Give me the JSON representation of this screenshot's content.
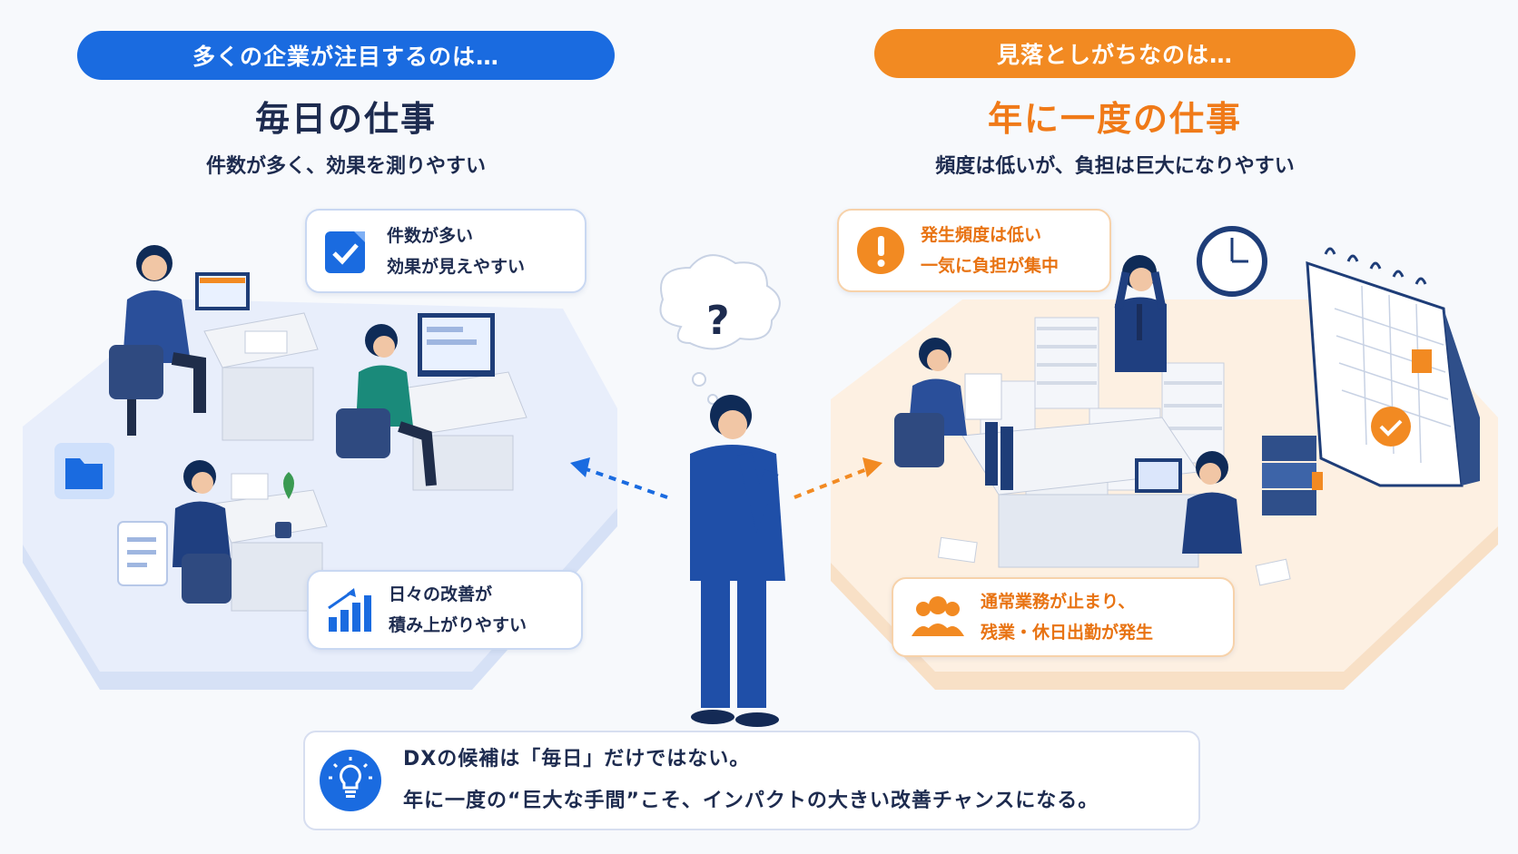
{
  "left": {
    "pill": "多くの企業が注目するのは…",
    "title": "毎日の仕事",
    "subtitle": "件数が多く、効果を測りやすい",
    "callout_top": [
      "件数が多い",
      "効果が見えやすい"
    ],
    "callout_bottom": [
      "日々の改善が",
      "積み上がりやすい"
    ]
  },
  "right": {
    "pill": "見落としがちなのは…",
    "title": "年に一度の仕事",
    "subtitle": "頻度は低いが、負担は巨大になりやすい",
    "callout_top": [
      "発生頻度は低い",
      "一気に負担が集中"
    ],
    "callout_bottom": [
      "通常業務が止まり、",
      "残業・休日出勤が発生"
    ]
  },
  "center": {
    "question_mark": "?"
  },
  "bottom": {
    "line1": "DXの候補は「毎日」だけではない。",
    "line2": "年に一度の“巨大な手間”こそ、インパクトの大きい改善チャンスになる。"
  },
  "colors": {
    "blue": "#1a6be0",
    "orange": "#f28a22",
    "navy": "#1d2b4f",
    "suit": "#1f4fa8"
  },
  "icons": [
    "check-doc-icon",
    "bar-chart-up-icon",
    "folder-icon",
    "document-icon",
    "warning-icon",
    "people-icon",
    "clock-icon",
    "calendar-icon",
    "lightbulb-icon",
    "thought-bubble"
  ]
}
